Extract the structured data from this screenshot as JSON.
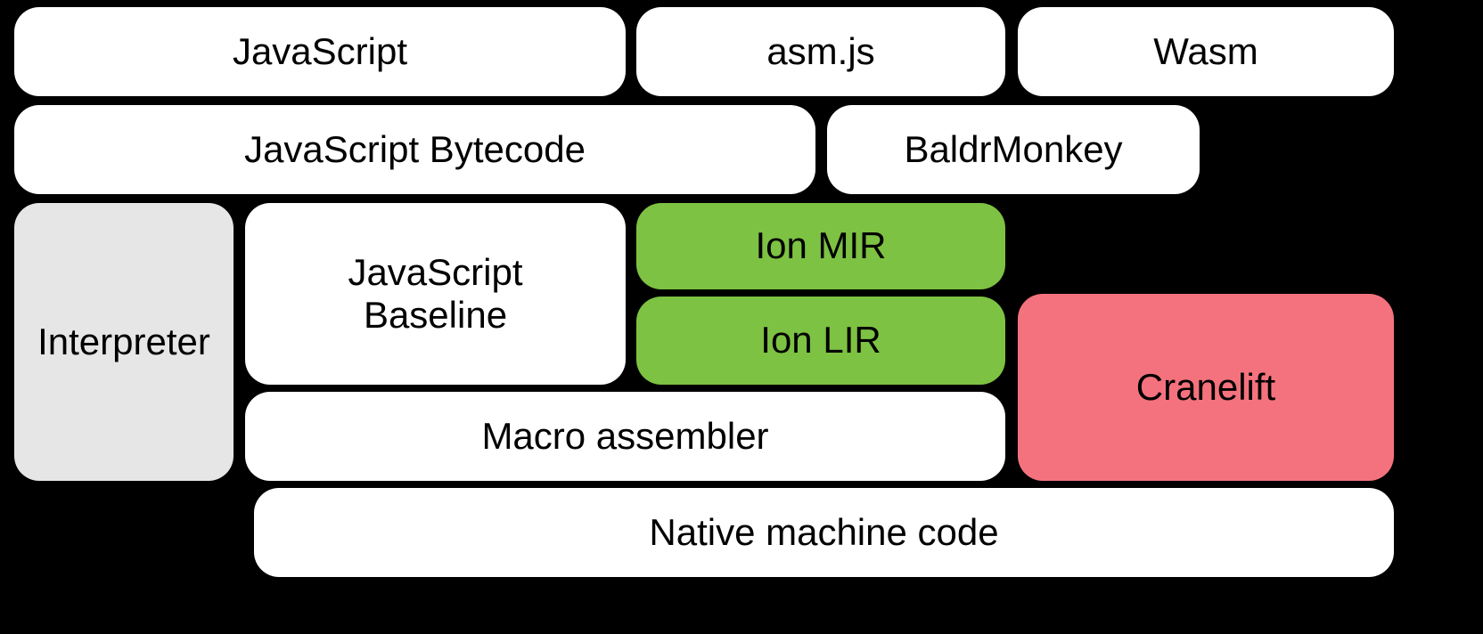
{
  "colors": {
    "background": "#000000",
    "text": "#000000",
    "white": "#ffffff",
    "gray": "#e6e6e6",
    "green": "#7dc242",
    "pink": "#f4727d"
  },
  "boxes": {
    "javascript": {
      "label": "JavaScript",
      "fill": "#ffffff"
    },
    "asmjs": {
      "label": "asm.js",
      "fill": "#ffffff"
    },
    "wasm": {
      "label": "Wasm",
      "fill": "#ffffff"
    },
    "bytecode": {
      "label": "JavaScript Bytecode",
      "fill": "#ffffff"
    },
    "baldrmonkey": {
      "label": "BaldrMonkey",
      "fill": "#ffffff"
    },
    "interpreter": {
      "label": "Interpreter",
      "fill": "#e6e6e6"
    },
    "baseline": {
      "label": "JavaScript Baseline",
      "fill": "#ffffff"
    },
    "ion_mir": {
      "label": "Ion MIR",
      "fill": "#7dc242"
    },
    "ion_lir": {
      "label": "Ion LIR",
      "fill": "#7dc242"
    },
    "cranelift": {
      "label": "Cranelift",
      "fill": "#f4727d"
    },
    "macro_assembler": {
      "label": "Macro assembler",
      "fill": "#ffffff"
    },
    "native_machine_code": {
      "label": "Native machine code",
      "fill": "#ffffff"
    }
  }
}
